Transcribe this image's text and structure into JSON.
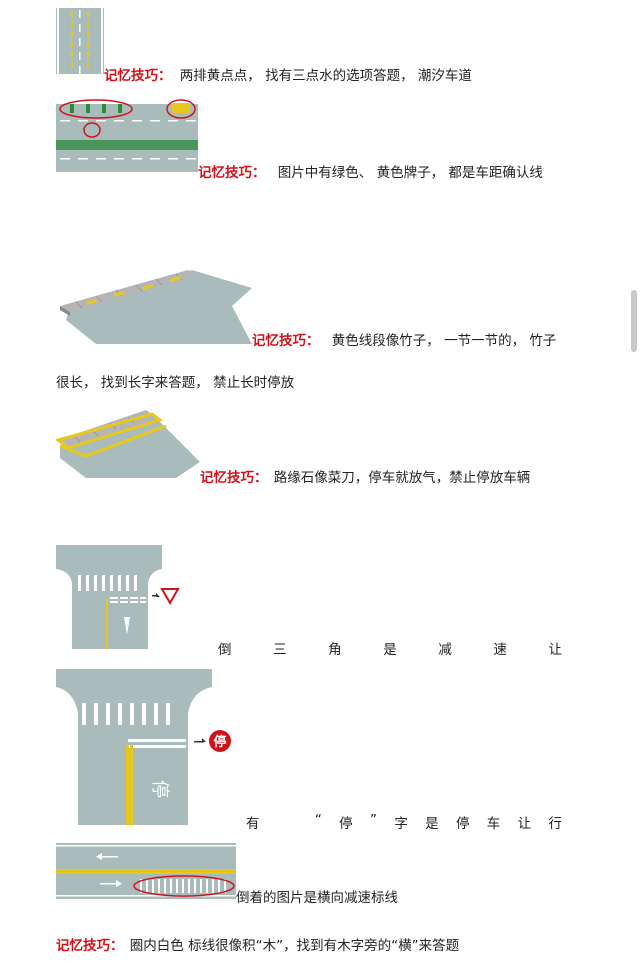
{
  "tip_label": "记忆技巧：",
  "sections": [
    {
      "tip": "两排黄点点， 找有三点水的选项答题， 潮汐车道"
    },
    {
      "tip": "图片中有绿色、 黄色牌子， 都是车距确认线"
    },
    {
      "tip_line1": "黄色线段像竹子， 一节一节的， 竹子",
      "tip_line2": "很长， 找到长字来答题， 禁止长时停放"
    },
    {
      "tip": "路缘石像菜刀，停车就放气，禁止停放车辆"
    },
    {
      "caption_chars": [
        "倒",
        "三",
        "角",
        "是",
        "减",
        "速",
        "让"
      ]
    },
    {
      "caption_chars": [
        "有",
        "“",
        "停",
        "”",
        "字",
        "是",
        "停",
        "车",
        "让",
        "行"
      ],
      "sign_char": "停",
      "road_char": "停"
    },
    {
      "caption": "倒着的图片是横向减速标线"
    },
    {
      "tip": "圈内白色 标线很像积“木”，找到有木字旁的“横”来答题"
    }
  ],
  "colors": {
    "road": "#a9bcbb",
    "yellow": "#e9c81e",
    "red": "#d0121b",
    "green": "#2a8a3a"
  }
}
